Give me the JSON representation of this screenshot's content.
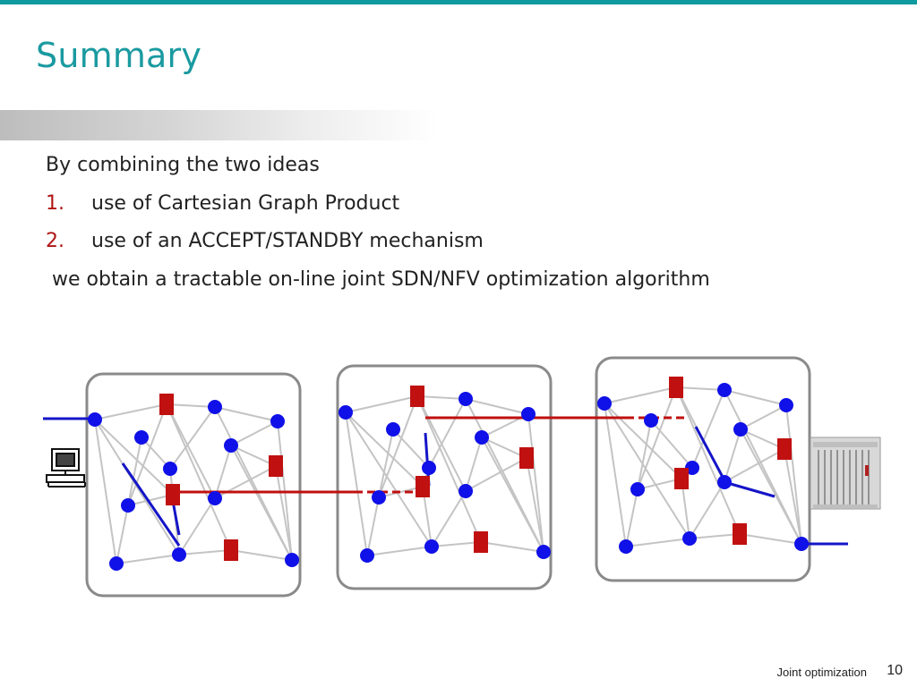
{
  "slide": {
    "title": "Summary",
    "intro": "By combining the two ideas",
    "items": [
      {
        "number": "1.",
        "text": "use of Cartesian Graph Product"
      },
      {
        "number": "2.",
        "text": "use of an ACCEPT/STANDBY mechanism"
      }
    ],
    "conclusion": "we obtain a tractable on-line joint SDN/NFV optimization algorithm"
  },
  "footer": {
    "label": "Joint optimization",
    "page_number": "10"
  },
  "diagram": {
    "icons": [
      "computer-terminal-icon",
      "server-rack-icon"
    ],
    "colors": {
      "switch_node": "#1010e8",
      "nfv_node": "#c01010",
      "link": "#c4c4c4",
      "panel_border": "#8a8a8a",
      "active_path_blue": "#1515c8",
      "active_path_red": "#c01010"
    }
  }
}
